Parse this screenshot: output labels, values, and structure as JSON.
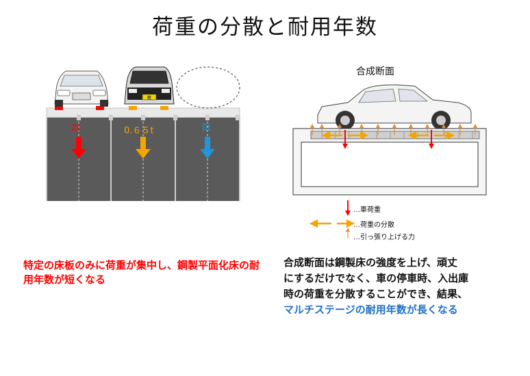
{
  "title": "荷重の分散と耐用年数",
  "left_diagram": {
    "loads": [
      {
        "label": "2t",
        "color": "#ff0000"
      },
      {
        "label": "0.６５t",
        "color": "#f5a500"
      },
      {
        "label": "0t",
        "color": "#2196e0"
      }
    ],
    "car_plate": "軽"
  },
  "right_diagram": {
    "section_title": "合成断面",
    "legend": [
      {
        "label": "…車荷重",
        "icon": "red-down-arrow-icon"
      },
      {
        "label": "…荷重の分散",
        "icon": "orange-double-arrow-icon"
      },
      {
        "label": "…引っ張り上げる力",
        "icon": "orange-up-arrow-icon"
      }
    ]
  },
  "left_caption": "特定の床板のみに荷重が集中し、鋼製平面化床の耐用年数が短くなる",
  "right_caption": {
    "lines": [
      "合成断面は鋼製床の強度を上げ、頑丈",
      "にするだけでなく、車の停車時、入出庫",
      "時の荷重を分散することができ、結果、"
    ],
    "highlight": "マルチステージの耐用年数が長くなる"
  },
  "colors": {
    "red": "#ff0000",
    "orange": "#f5a500",
    "blue": "#2196e0",
    "panel_gray": "#5a5a5a",
    "highlight_blue": "#1f6fc6"
  }
}
